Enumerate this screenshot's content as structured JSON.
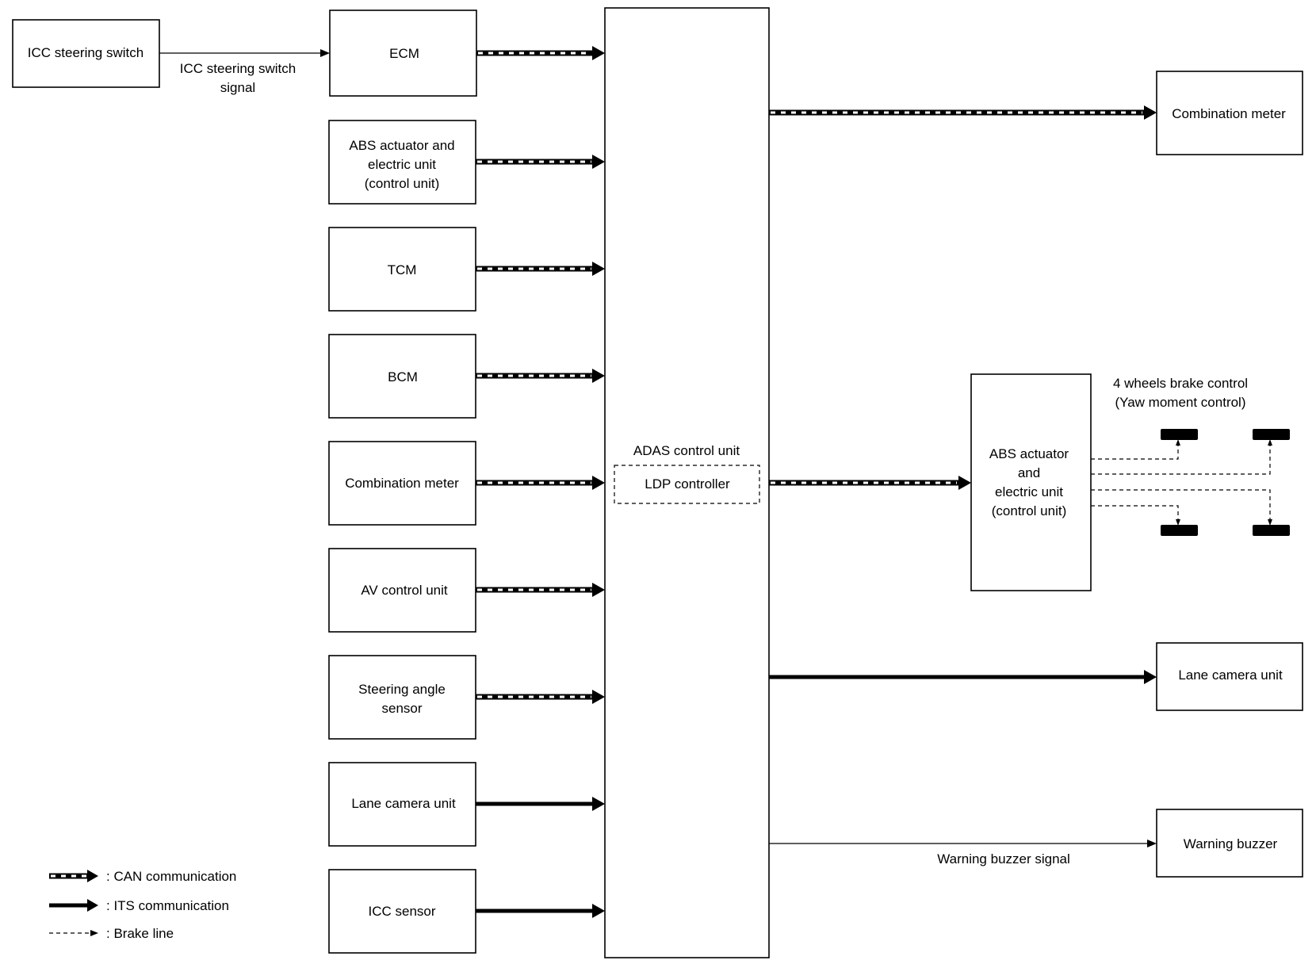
{
  "boxes": {
    "icc_switch": "ICC steering switch",
    "ecm": "ECM",
    "abs_in": [
      "ABS actuator and",
      "electric unit",
      "(control unit)"
    ],
    "tcm": "TCM",
    "bcm": "BCM",
    "combo_meter_in": "Combination meter",
    "av_unit": "AV control unit",
    "steering_sensor": [
      "Steering angle",
      "sensor"
    ],
    "lane_camera_in": "Lane camera unit",
    "icc_sensor": "ICC sensor",
    "adas": "ADAS control unit",
    "ldp": "LDP controller",
    "combo_meter_out": "Combination meter",
    "abs_out": [
      "ABS actuator",
      "and",
      "electric unit",
      "(control unit)"
    ],
    "lane_camera_out": "Lane camera unit",
    "warning_buzzer": "Warning buzzer"
  },
  "signals": {
    "icc_switch_signal": [
      "ICC steering switch",
      "signal"
    ],
    "warning_buzzer_signal": "Warning buzzer signal",
    "brake_control": [
      "4 wheels brake control",
      "(Yaw moment control)"
    ]
  },
  "legend": {
    "can": ":  CAN communication",
    "its": ":  ITS communication",
    "brake": ":  Brake line"
  }
}
